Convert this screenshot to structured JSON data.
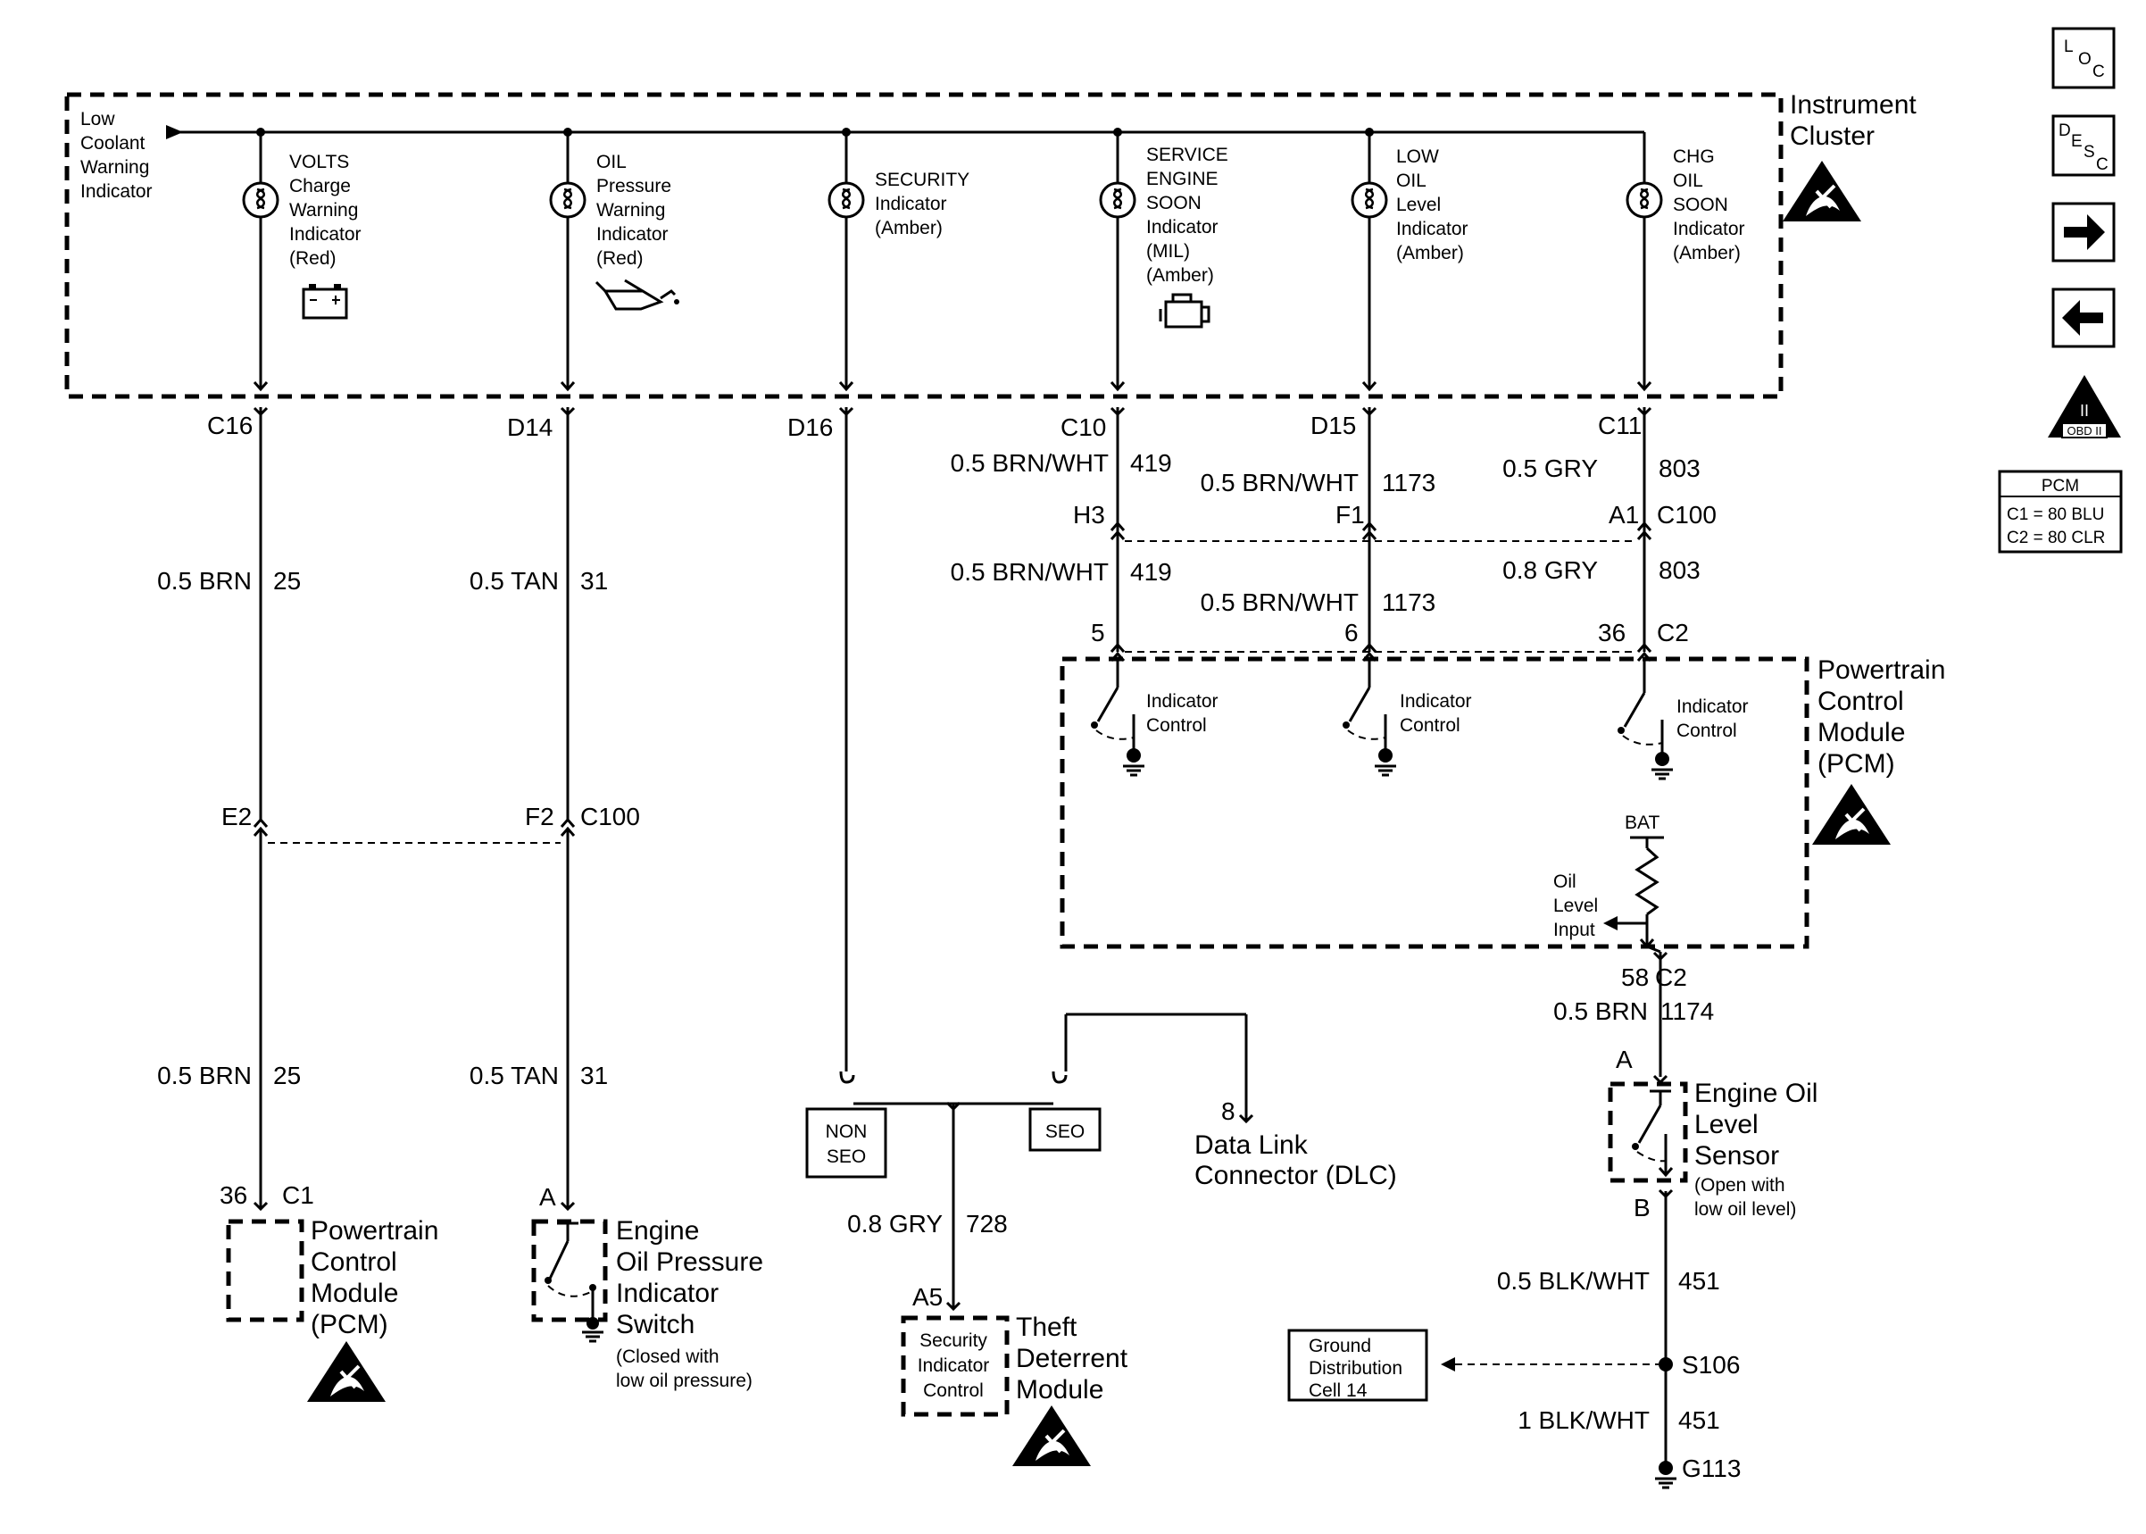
{
  "instrument_cluster": {
    "title_line1": "Instrument",
    "title_line2": "Cluster",
    "low_coolant": [
      "Low",
      "Coolant",
      "Warning",
      "Indicator"
    ],
    "volts": [
      "VOLTS",
      "Charge",
      "Warning",
      "Indicator",
      "(Red)"
    ],
    "oil_pressure": [
      "OIL",
      "Pressure",
      "Warning",
      "Indicator",
      "(Red)"
    ],
    "security": [
      "SECURITY",
      "Indicator",
      "(Amber)"
    ],
    "ses": [
      "SERVICE",
      "ENGINE",
      "SOON",
      "Indicator",
      "(MIL)",
      "(Amber)"
    ],
    "low_oil": [
      "LOW",
      "OIL",
      "Level",
      "Indicator",
      "(Amber)"
    ],
    "chg_oil": [
      "CHG",
      "OIL",
      "SOON",
      "Indicator",
      "(Amber)"
    ]
  },
  "pins_cluster": {
    "c16": "C16",
    "d14": "D14",
    "d16": "D16",
    "c10": "C10",
    "d15": "D15",
    "c11": "C11"
  },
  "wires": {
    "brn_25_top": "0.5 BRN",
    "n25_top": "25",
    "tan_31_top": "0.5 TAN",
    "n31_top": "31",
    "brn_25_bot": "0.5 BRN",
    "n25_bot": "25",
    "tan_31_bot": "0.5 TAN",
    "n31_bot": "31",
    "bw_419_a": "0.5 BRN/WHT",
    "n419_a": "419",
    "bw_1173_a": "0.5 BRN/WHT",
    "n1173_a": "1173",
    "gry_803_a": "0.5 GRY",
    "n803_a": "803",
    "bw_419_b": "0.5 BRN/WHT",
    "n419_b": "419",
    "bw_1173_b": "0.5 BRN/WHT",
    "n1173_b": "1173",
    "gry_803_b": "0.8 GRY",
    "n803_b": "803",
    "brn_1174": "0.5 BRN",
    "n1174": "1174",
    "gry_728": "0.8 GRY",
    "n728": "728",
    "bw_451_a": "0.5 BLK/WHT",
    "n451_a": "451",
    "bw_451_b": "1 BLK/WHT",
    "n451_b": "451"
  },
  "connectors": {
    "h3": "H3",
    "f1": "F1",
    "a1": "A1",
    "c100_top": "C100",
    "e2": "E2",
    "f2": "F2",
    "c100_mid": "C100",
    "p5": "5",
    "p6": "6",
    "p36": "36",
    "c2_top": "C2",
    "p58": "58",
    "c2_bot": "C2",
    "p36_c1": "36",
    "c1": "C1",
    "pa_switch": "A",
    "pa_sensor": "A",
    "pb_sensor": "B",
    "a5": "A5",
    "p8": "8"
  },
  "pcm_module": {
    "title": [
      "Powertrain",
      "Control",
      "Module",
      "(PCM)"
    ],
    "indicator_control": [
      "Indicator",
      "Control"
    ],
    "bat": "BAT",
    "oil_level_input": [
      "Oil",
      "Level",
      "Input"
    ]
  },
  "pcm_bottom": [
    "Powertrain",
    "Control",
    "Module",
    "(PCM)"
  ],
  "oil_pressure_switch": {
    "title": [
      "Engine",
      "Oil Pressure",
      "Indicator",
      "Switch"
    ],
    "note": [
      "(Closed with",
      "low oil pressure)"
    ]
  },
  "oil_level_sensor": {
    "title": [
      "Engine Oil",
      "Level",
      "Sensor"
    ],
    "note": [
      "(Open with",
      "low oil level)"
    ]
  },
  "seo": {
    "non_seo": [
      "NON",
      "SEO"
    ],
    "seo": "SEO"
  },
  "dlc": {
    "pin": "8",
    "label": [
      "Data Link",
      "Connector (DLC)"
    ]
  },
  "theft": {
    "box": [
      "Security",
      "Indicator",
      "Control"
    ],
    "title": [
      "Theft",
      "Deterrent",
      "Module"
    ]
  },
  "ground": {
    "box": [
      "Ground",
      "Distribution",
      "Cell 14"
    ],
    "splice": "S106",
    "ground": "G113"
  },
  "nav": {
    "loc": [
      "L",
      "O",
      "C"
    ],
    "desc": [
      "D",
      "E",
      "S",
      "C"
    ],
    "obd": "OBD II",
    "obd_numeral": "II"
  },
  "pcm_table": {
    "header": "PCM",
    "rows": [
      "C1 = 80 BLU",
      "C2 = 80 CLR"
    ]
  }
}
